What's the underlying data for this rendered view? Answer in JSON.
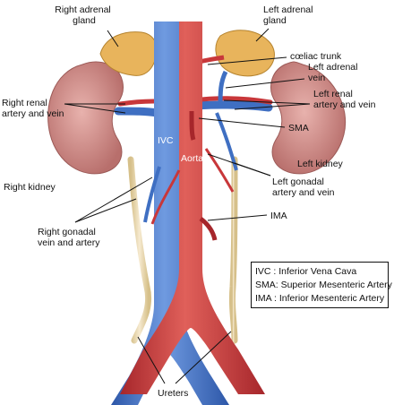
{
  "labels": {
    "right_adrenal": [
      "Right adrenal",
      "gland"
    ],
    "left_adrenal": [
      "Left adrenal",
      "gland"
    ],
    "coeliac": "cœliac trunk",
    "left_adrenal_vein": [
      "Left adrenal",
      "vein"
    ],
    "right_renal": [
      "Right renal",
      "artery and vein"
    ],
    "left_renal": [
      "Left renal",
      "artery and vein"
    ],
    "sma": "SMA",
    "ivc": "IVC",
    "aorta": "Aorta",
    "left_kidney": "Left kidney",
    "right_kidney": "Right kidney",
    "left_gonadal": [
      "Left gonadal",
      "artery and vein"
    ],
    "ima": "IMA",
    "right_gonadal": [
      "Right gonadal",
      "vein and artery"
    ],
    "ureters": "Ureters"
  },
  "legend": [
    "IVC  : Inferior Vena Cava",
    "SMA: Superior Mesenteric Artery",
    "IMA : Inferior Mesenteric Artery"
  ],
  "colors": {
    "vein": "#3f6fc2",
    "artery": "#c8373a",
    "kidney": "#c98a86",
    "adrenal": "#e8b45c",
    "ureter": "#ead9a8"
  }
}
